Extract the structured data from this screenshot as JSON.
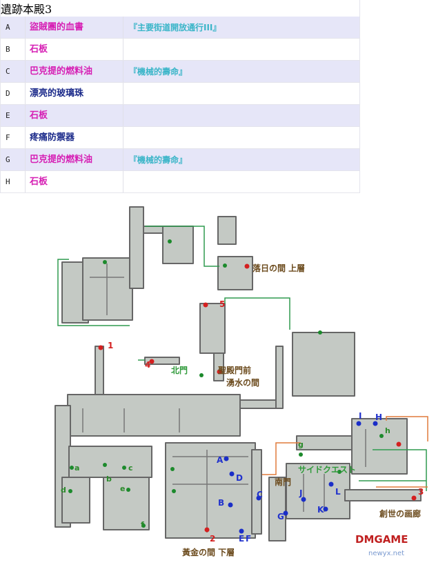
{
  "table": {
    "title": "遺跡本殿3",
    "rows": [
      {
        "key": "A",
        "item": "盜賊團的血書",
        "item_color": "#d61fb4",
        "note": "『主要街道開放通行III』",
        "alt": true
      },
      {
        "key": "B",
        "item": "石板",
        "item_color": "#d61fb4",
        "note": "",
        "alt": false
      },
      {
        "key": "C",
        "item": "巴克提的燃料油",
        "item_color": "#d61fb4",
        "note": "『機械的壽命』",
        "alt": true
      },
      {
        "key": "D",
        "item": "漂亮的玻璃珠",
        "item_color": "#1b2a8a",
        "note": "",
        "alt": false
      },
      {
        "key": "E",
        "item": "石板",
        "item_color": "#d61fb4",
        "note": "",
        "alt": true
      },
      {
        "key": "F",
        "item": "疼痛防禦器",
        "item_color": "#1b2a8a",
        "note": "",
        "alt": false
      },
      {
        "key": "G",
        "item": "巴克提的燃料油",
        "item_color": "#d61fb4",
        "note": "『機械的壽命』",
        "alt": true
      },
      {
        "key": "H",
        "item": "石板",
        "item_color": "#d61fb4",
        "note": "",
        "alt": false
      }
    ]
  },
  "map": {
    "area_labels": {
      "upper_hall": "落日の間 上層",
      "north_gate": "北門",
      "holy_gate_front": "聖殿門前",
      "spring_room": "湧水の間",
      "side_quest": "サイドクエスト",
      "south_gate": "南門",
      "creation_corridor": "創世の画廊",
      "gold_room_lower": "黃金の間 下層"
    },
    "exit_numbers": [
      "1",
      "2",
      "3",
      "4",
      "5"
    ],
    "blue_letters": [
      "A",
      "B",
      "C",
      "D",
      "E",
      "F",
      "G",
      "H",
      "I",
      "J",
      "K",
      "L"
    ],
    "green_letters": [
      "a",
      "b",
      "c",
      "d",
      "e",
      "f",
      "g",
      "h"
    ],
    "colors": {
      "floor": "#c4c9c4",
      "wall": "#666666",
      "route_green": "#2e9a4e",
      "route_orange": "#e07a3a",
      "chest_red": "#d42020",
      "chest_blue": "#1a2ec8",
      "link_green": "#1c8a2c"
    },
    "watermark": "DMGAME",
    "watermark_sub": "newyx.net"
  }
}
